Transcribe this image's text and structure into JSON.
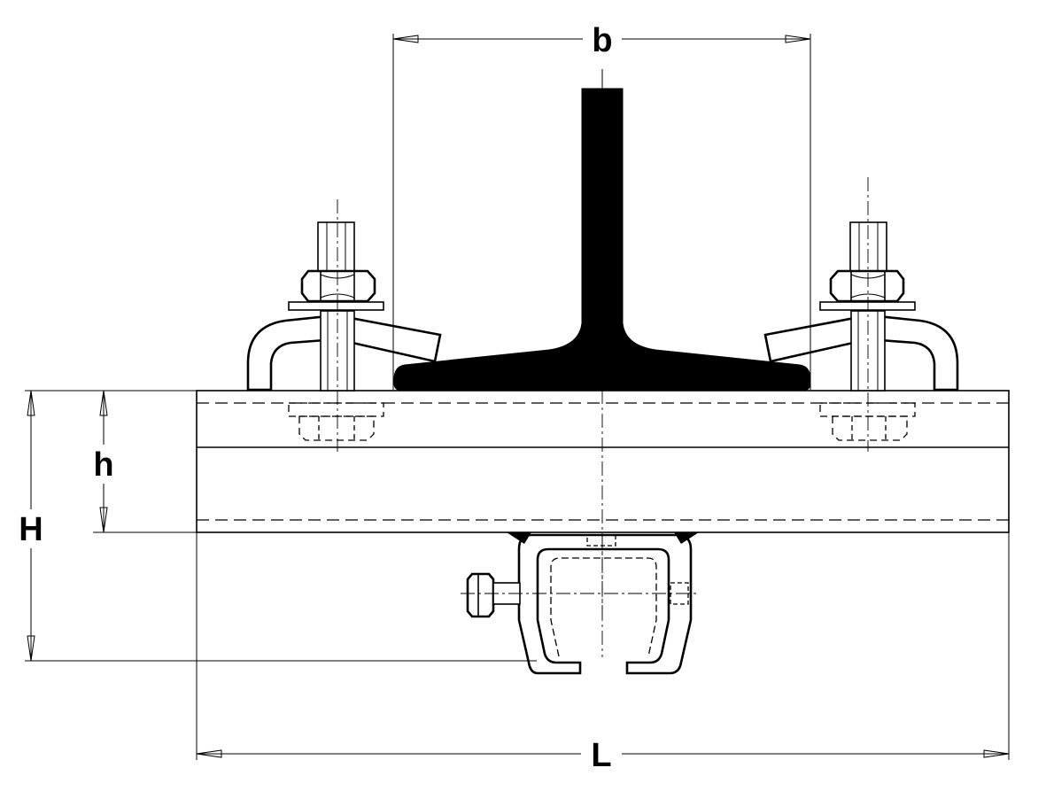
{
  "dimensions": {
    "b": "b",
    "h": "h",
    "H": "H",
    "L": "L"
  }
}
